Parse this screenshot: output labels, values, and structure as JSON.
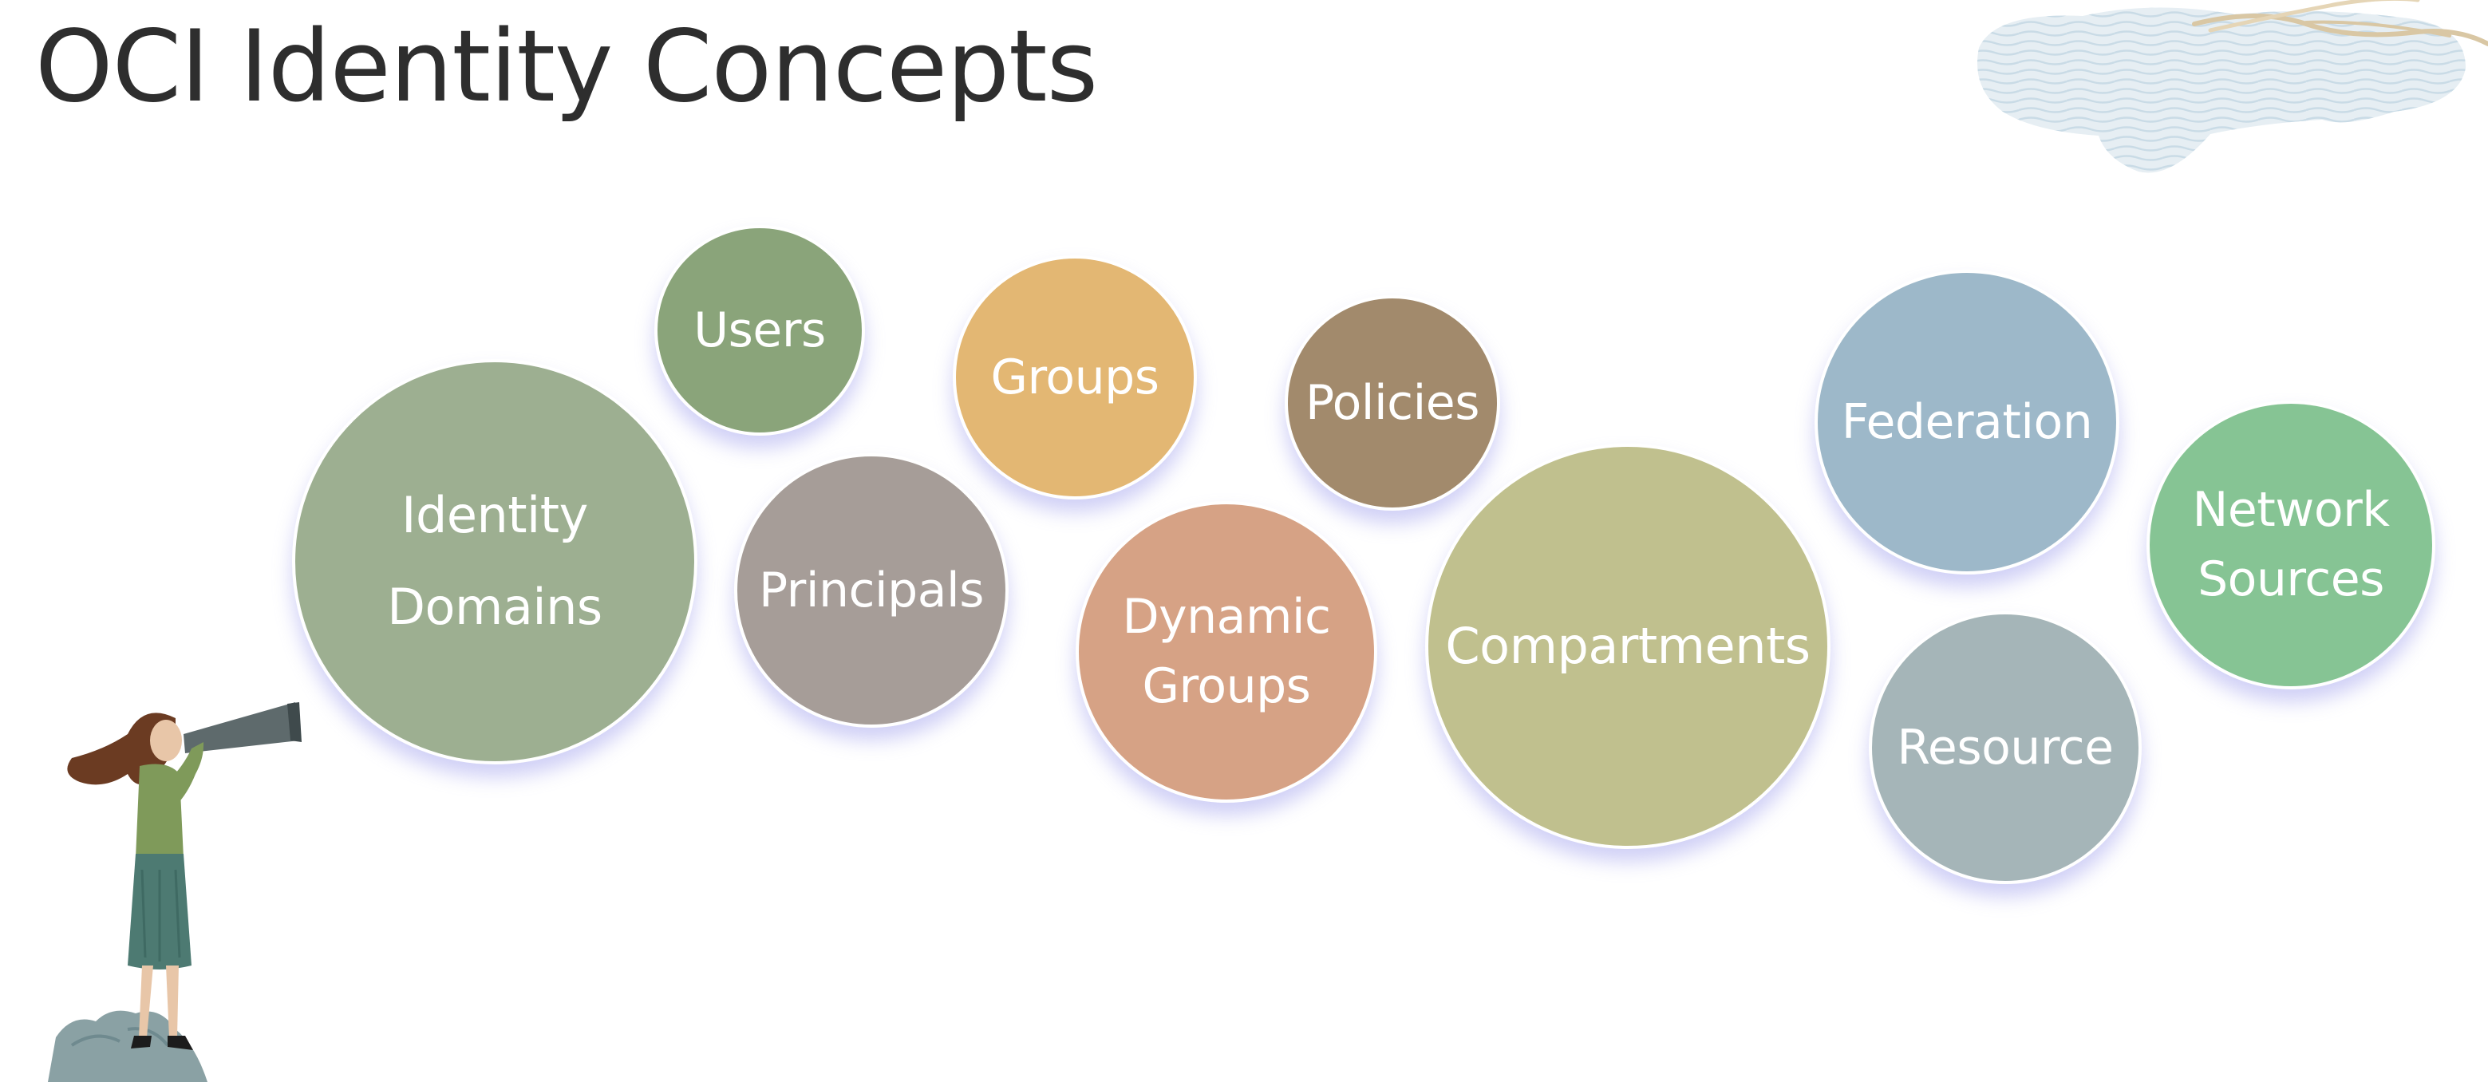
{
  "slide": {
    "title": "OCI Identity Concepts"
  },
  "bubbles": [
    {
      "id": "identity-domains",
      "label": "Identity\nDomains",
      "color": "#9daf91"
    },
    {
      "id": "users",
      "label": "Users",
      "color": "#8aa47a"
    },
    {
      "id": "principals",
      "label": "Principals",
      "color": "#a69d98"
    },
    {
      "id": "groups",
      "label": "Groups",
      "color": "#e3b773"
    },
    {
      "id": "dynamic-groups",
      "label": "Dynamic\nGroups",
      "color": "#d6a285"
    },
    {
      "id": "policies",
      "label": "Policies",
      "color": "#a28a6c"
    },
    {
      "id": "compartments",
      "label": "Compartments",
      "color": "#c0c08e"
    },
    {
      "id": "federation",
      "label": "Federation",
      "color": "#9db8c9"
    },
    {
      "id": "resource",
      "label": "Resource",
      "color": "#a5b5b8"
    },
    {
      "id": "network-sources",
      "label": "Network\nSources",
      "color": "#86c494"
    }
  ],
  "illustrations": {
    "figure": "woman-with-telescope-illustration",
    "decoration": "watercolor-cloud-decoration"
  }
}
